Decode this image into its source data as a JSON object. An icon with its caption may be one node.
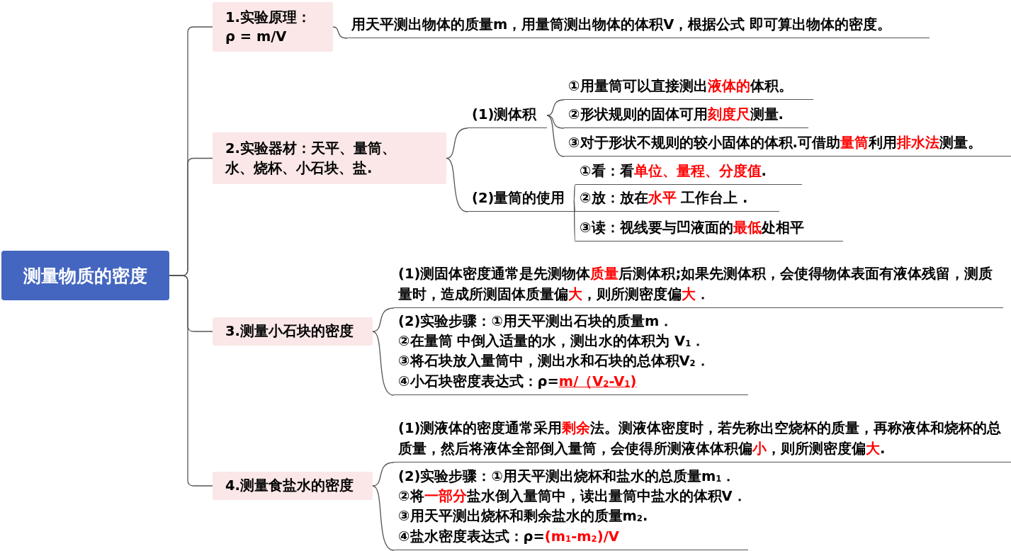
{
  "diagram": {
    "nodes": [
      {
        "text": [
          "测量物质的密度"
        ]
      },
      {
        "text": [
          "1.实验原理：",
          "ρ = m/V"
        ]
      },
      {
        "text": [
          "用天平测出物体的质量m，用量筒测出物体的体积V，根据公式 即可算出物体的密度。"
        ]
      },
      {
        "text": [
          "2.实验器材：天平、量筒、水、烧杯、小石块、盐."
        ]
      },
      {
        "text": [
          "(1)测体积"
        ]
      },
      {
        "text": [
          "①用量筒可以直接测出**液体的**体积。"
        ]
      },
      {
        "text": [
          "②形状规则的固体可用**刻度尺**测量."
        ]
      },
      {
        "text": [
          "③对于形状不规则的较小固体的体积.可借助**量筒**利用**排水法**测量。"
        ]
      },
      {
        "text": [
          "(2)量筒的使用"
        ]
      },
      {
        "text": [
          "①看：看**单位、量程、分度值**."
        ]
      },
      {
        "text": [
          "②放：放在**水平** 工作台上 ."
        ]
      },
      {
        "text": [
          "③读：视线要与凹液面的**最低**处相平"
        ]
      },
      {
        "text": [
          "3.测量小石块的密度"
        ]
      },
      {
        "text": [
          "(1)测固体密度通常是先测物体**质量**后测体积;如果先测体积，会使得物体表面有液体残留，测质量时，造成所测固体质量偏**大**，则所测密度偏**大**．"
        ]
      },
      {
        "text": [
          "(2)实验步骤：①用天平测出石块的质量m．",
          "②在量筒 中倒入适量的水，测出水的体积为 V$_{1}$．",
          "③将石块放入量筒中，测出水和石块的总体积V$_{2}$．",
          "④小石块密度表达式：ρ=**m/（V$_{2}$-V$_{1}$)**"
        ]
      },
      {
        "text": [
          "4.测量食盐水的密度"
        ]
      },
      {
        "text": [
          "(1)测液体的密度通常采用**剩余**法。测液体密度时，若先称出空烧杯的质量，再称液体和烧杯的总质量，然后将液体全部倒入量筒，会使得所测液体体积偏**小**，则所测密度偏**大**."
        ]
      },
      {
        "text": [
          "(2)实验步骤：①用天平测出烧杯和盐水的总质量m$_{1}$．",
          "②将**一部分**盐水倒入量筒中，读出量筒中盐水的体积V．",
          "③用天平测出烧杯和剩余盐水的质量m$_{2}$.",
          "④盐水密度表达式：ρ=**(m$_{1}$-m$_{2}$)/V**"
        ]
      }
    ],
    "edges": [
      {
        "from": 0,
        "to": 1,
        "arrow": "none"
      },
      {
        "from": 1,
        "to": 2,
        "arrow": "none"
      },
      {
        "from": 0,
        "to": 3,
        "arrow": "none"
      },
      {
        "from": 3,
        "to": 4,
        "arrow": "none"
      },
      {
        "from": 4,
        "to": 5,
        "arrow": "none"
      },
      {
        "from": 4,
        "to": 6,
        "arrow": "none"
      },
      {
        "from": 4,
        "to": 7,
        "arrow": "none"
      },
      {
        "from": 3,
        "to": 8,
        "arrow": "none"
      },
      {
        "from": 8,
        "to": 9,
        "arrow": "none"
      },
      {
        "from": 8,
        "to": 10,
        "arrow": "none"
      },
      {
        "from": 8,
        "to": 11,
        "arrow": "none"
      },
      {
        "from": 0,
        "to": 12,
        "arrow": "none"
      },
      {
        "from": 12,
        "to": 13,
        "arrow": "none"
      },
      {
        "from": 12,
        "to": 14,
        "arrow": "none"
      },
      {
        "from": 0,
        "to": 15,
        "arrow": "none"
      },
      {
        "from": 15,
        "to": 16,
        "arrow": "none"
      },
      {
        "from": 15,
        "to": 17,
        "arrow": "none"
      }
    ]
  }
}
